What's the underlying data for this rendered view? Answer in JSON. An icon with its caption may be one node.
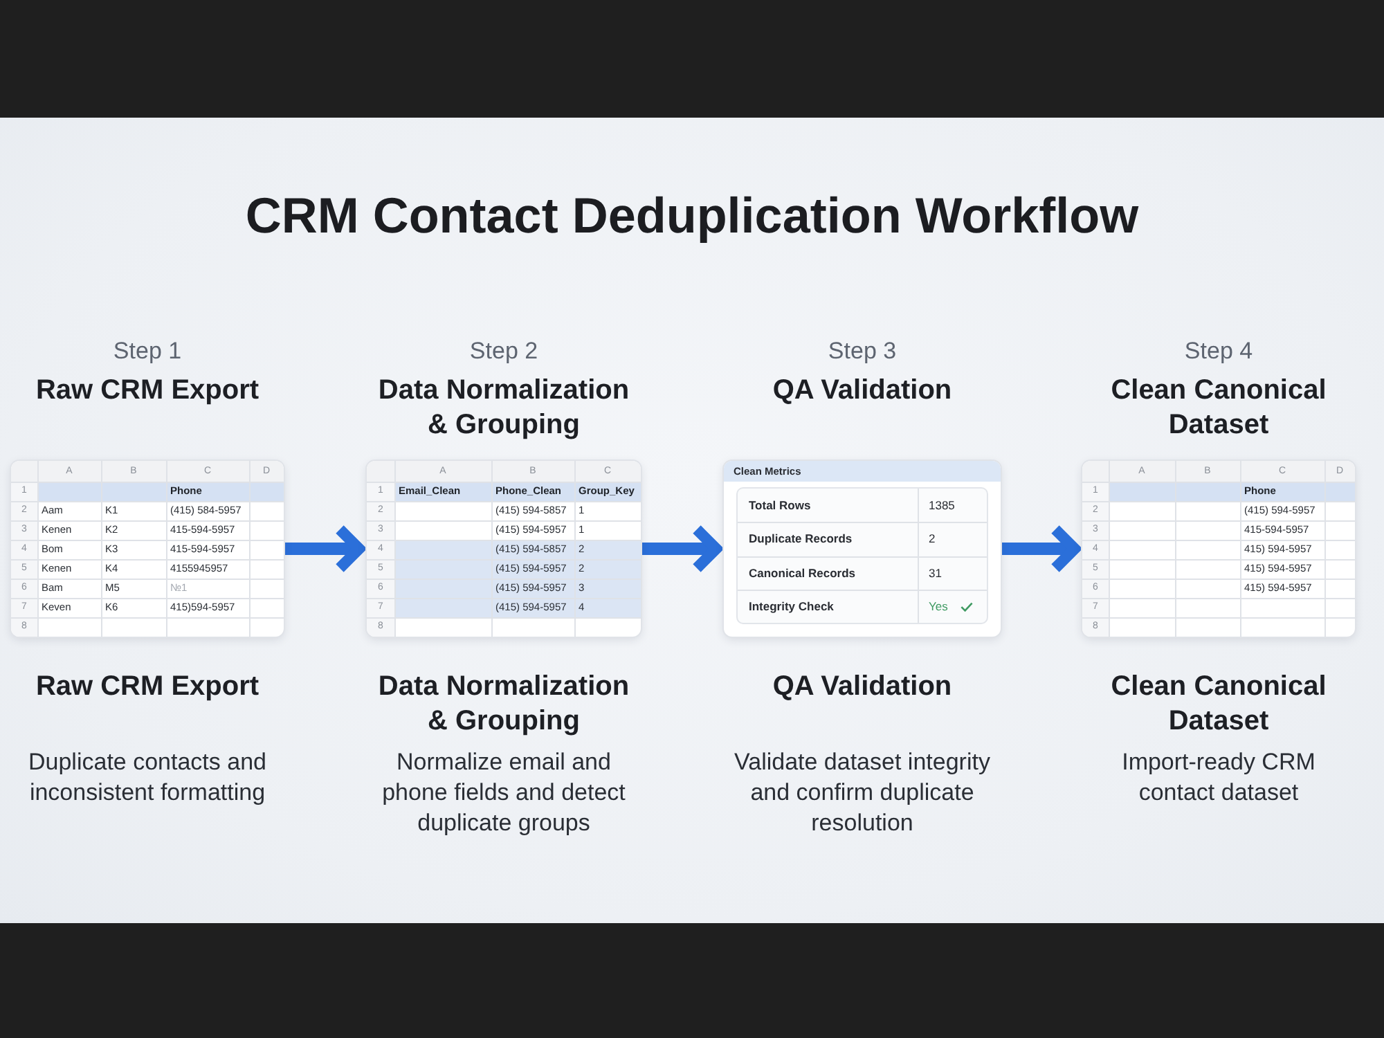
{
  "diagram": {
    "title": "CRM Contact Deduplication Workflow",
    "nodes": [
      {
        "text": [
          "Step 1",
          "Raw CRM Export",
          "A",
          "B",
          "C",
          "D",
          "1",
          "Phone",
          "2",
          "Aam",
          "K1",
          "(415) 584-5957",
          "3",
          "Kenen",
          "K2",
          "415-594-5957",
          "4",
          "Bom",
          "K3",
          "415-594-5957",
          "5",
          "Kenen",
          "K4",
          "4155945957",
          "6",
          "Bam",
          "M5",
          "№1",
          "7",
          "Keven",
          "K6",
          "415)594-5957",
          "8"
        ],
        "beside": [
          "Raw CRM Export",
          "Duplicate contacts and inconsistent formatting"
        ]
      },
      {
        "text": [
          "Step 2",
          "Data Normalization & Grouping",
          "A",
          "B",
          "C",
          "1",
          "Email_Clean",
          "Phone_Clean",
          "Group_Key",
          "2",
          "(415) 594-5857",
          "1",
          "3",
          "(415) 594-5957",
          "1",
          "4",
          "(415) 594-5857",
          "2",
          "5",
          "(415) 594-5957",
          "2",
          "6",
          "(415) 594-5957",
          "3",
          "7",
          "(415) 594-5957",
          "4",
          "8"
        ],
        "beside": [
          "Data Normalization & Grouping",
          "Normalize email and phone fields and detect duplicate groups"
        ]
      },
      {
        "text": [
          "Step 3",
          "QA Validation",
          "Clean Metrics"
        ],
        "beside": [
          "QA Validation",
          "Validate dataset integrity and confirm duplicate resolution"
        ]
      },
      {
        "text": [
          "Total Rows",
          "1385",
          "Duplicate Records",
          "2",
          "Canonical Records",
          "31",
          "Integrity Check",
          "Yes"
        ],
        "in": 2
      },
      {
        "text": [
          "Step 4",
          "Clean Canonical Dataset",
          "A",
          "B",
          "C",
          "D",
          "1",
          "Phone",
          "2",
          "(415) 594-5957",
          "3",
          "415-594-5957",
          "4",
          "415) 594-5957",
          "5",
          "415) 594-5957",
          "6",
          "415) 594-5957",
          "7",
          "8"
        ],
        "beside": [
          "Clean Canonical Dataset",
          "Import-ready CRM contact dataset"
        ]
      }
    ],
    "edges": [
      {
        "from": 0,
        "to": 1,
        "arrow": "to"
      },
      {
        "from": 1,
        "to": 2,
        "arrow": "to"
      },
      {
        "from": 2,
        "to": 4,
        "arrow": "to"
      }
    ]
  }
}
